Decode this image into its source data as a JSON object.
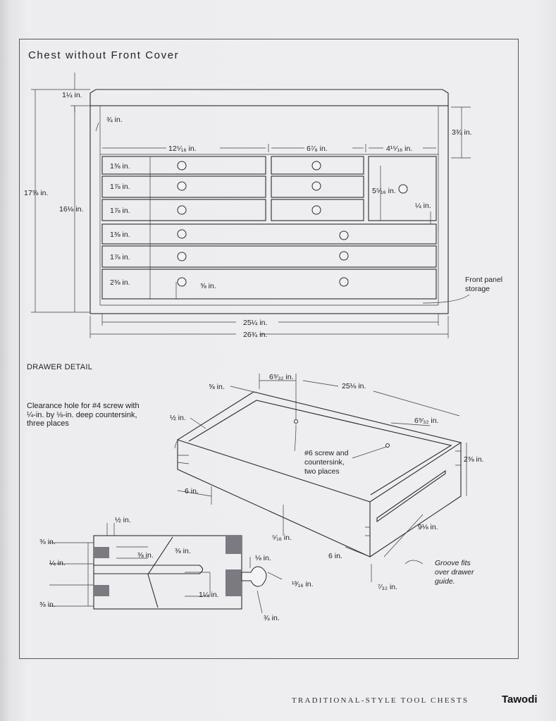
{
  "figure_title": "Chest without Front Cover",
  "drawer_detail_title": "DRAWER DETAIL",
  "running_head": "TRADITIONAL-STYLE TOOL CHESTS",
  "watermark": "Tawodi",
  "chest_labels": {
    "top_overhang": "1¼ in.",
    "side_thickness": "¾ in.",
    "top_till": "3¾ in.",
    "overall_height": "17⅝ in.",
    "case_height": "16⅛ in.",
    "left_width": "12⁵⁄₁₆ in.",
    "center_width": "6⁷⁄₈ in.",
    "right_width": "4¹⁵⁄₁₆ in.",
    "row1": "1⅜ in.",
    "row2": "1⅞ in.",
    "row3": "1⅞ in.",
    "row4": "1⅜ in.",
    "row5": "1⅞ in.",
    "row6": "2⅜ in.",
    "right_drawer": "5⁵⁄₁₆ in.",
    "right_gap": "¼ in.",
    "bottom_gap": "⅝ in.",
    "front_panel": "Front panel\nstorage",
    "case_width": "25¼ in.",
    "overall_width": "26¾ in."
  },
  "drawer_labels": {
    "clearance_note": "Clearance hole for #4 screw with\n¼-in. by ⅛-in. deep countersink,\nthree places",
    "front_thickness": "⅝ in.",
    "screw_offset": "6⁹⁄₃₂ in.",
    "length": "25⅛ in.",
    "screw_offset_right": "6⁹⁄₃₂ in.",
    "side_gap": "½ in.",
    "screw_note": "#6 screw and\ncountersink,\ntwo places",
    "height": "2⅜ in.",
    "front_setback": "6 in.",
    "bottom_thickness": "⁵⁄₁₆ in.",
    "groove_offset": "6 in.",
    "depth": "9⅛ in.",
    "groove_note": "Groove fits\nover drawer\nguide.",
    "groove_width": "⁷⁄₃₂ in."
  },
  "section_labels": {
    "top_half": "½ in.",
    "left_top": "⅜ in.",
    "left_mid": "¼ in.",
    "left_bottom": "⅜ in.",
    "inner_a": "⅜ in.",
    "inner_b": "⅜ in.",
    "knob_a": "⅛ in.",
    "knob_b": "¹³⁄₁₆ in.",
    "groove_depth": "1¼ in.",
    "knob_c": "¾ in."
  }
}
